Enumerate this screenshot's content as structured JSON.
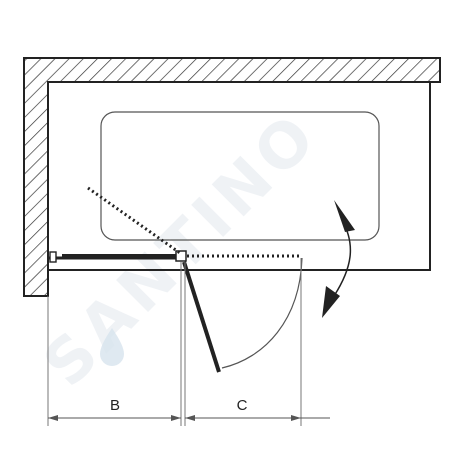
{
  "dimensions": {
    "b_label": "B",
    "c_label": "C"
  },
  "watermark": {
    "text": "SANTINO",
    "color": "#e3e8ee"
  },
  "colors": {
    "line": "#222222",
    "hatch": "#333333",
    "dim_line": "#555555",
    "drop_icon": "#d7e3ee"
  }
}
